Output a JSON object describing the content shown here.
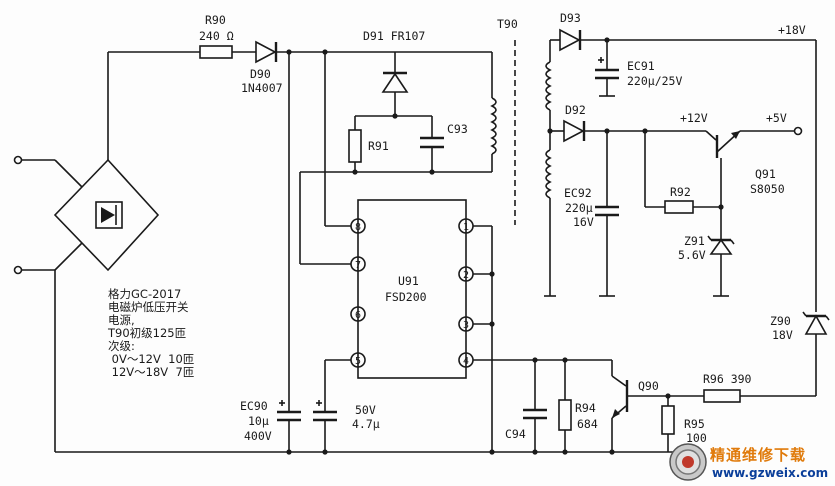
{
  "labels": {
    "r90": "R90",
    "r90_val": "240 Ω",
    "d90": "D90",
    "d90_val": "1N4007",
    "d91": "D91  FR107",
    "r91": "R91",
    "c93": "C93",
    "t90": "T90",
    "d93": "D93",
    "ec91": "EC91",
    "ec91_val": "220µ/25V",
    "plus18": "+18V",
    "d92": "D92",
    "plus12": "+12V",
    "plus5": "+5V",
    "q91": "Q91",
    "q91_val": "S8050",
    "ec92": "EC92",
    "ec92_val1": "220µ",
    "ec92_val2": "16V",
    "r92": "R92",
    "z91": "Z91",
    "z91_val": "5.6V",
    "z90": "Z90",
    "z90_val": "18V",
    "u91": "U91",
    "u91_val": "FSD200",
    "ec90": "EC90",
    "ec90_val1": "10µ",
    "ec90_val2": "400V",
    "c50": "50V",
    "c50_val": "4.7µ",
    "c94": "C94",
    "r94": "R94",
    "r94_val": "684",
    "q90": "Q90",
    "r96": "R96  390",
    "r95": "R95",
    "r95_val": "100"
  },
  "pins": [
    "8",
    "7",
    "6",
    "5",
    "1",
    "2",
    "3",
    "4"
  ],
  "note": "格力GC-2017\n电磁炉低压开关\n电源,\nT90初级125匝\n次级:\n 0V～12V  10匝\n 12V～18V  7匝",
  "watermark": {
    "site_name": "精通维修下载",
    "url": "www.gzweix.com",
    "logo_color": "#e07b0c",
    "url_color": "#0b3f9a"
  }
}
